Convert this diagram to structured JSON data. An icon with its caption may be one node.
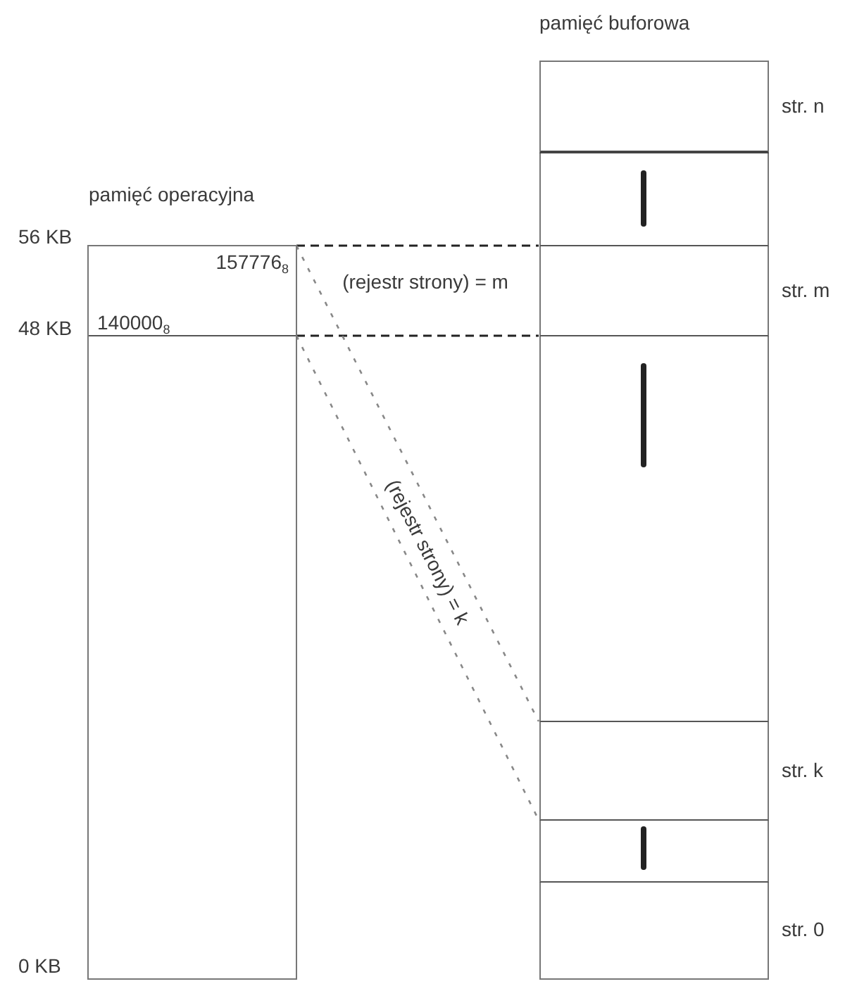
{
  "diagram": {
    "nodes": [
      {
        "text": [
          "pamięć operacyjna"
        ]
      },
      {
        "text": [
          "157776$_{8}$",
          "140000$_{8}$"
        ],
        "in": 0
      },
      {
        "text": [
          "pamięć buforowa"
        ]
      },
      {
        "text": [],
        "shape": "box",
        "in": 2,
        "beside": [
          "str. n"
        ]
      },
      {
        "text": [],
        "shape": "box",
        "in": 2
      },
      {
        "text": [],
        "shape": "box",
        "in": 2,
        "beside": [
          "str. m"
        ]
      },
      {
        "text": [],
        "shape": "box",
        "in": 2
      },
      {
        "text": [],
        "shape": "box",
        "in": 2,
        "beside": [
          "str. k"
        ]
      },
      {
        "text": [],
        "shape": "box",
        "in": 2
      },
      {
        "text": [],
        "shape": "box",
        "in": 2,
        "beside": [
          "str. 0"
        ]
      }
    ],
    "edges": [
      {
        "from": 1,
        "to": 5,
        "arrow": "none",
        "style": "dashed",
        "label": "(rejestr strony) = m"
      },
      {
        "from": 1,
        "to": 5,
        "arrow": "none",
        "style": "dashed"
      },
      {
        "from": 1,
        "to": 7,
        "arrow": "none",
        "style": "dashed",
        "color": "#888888",
        "label": "(rejestr strony) = k"
      },
      {
        "from": 1,
        "to": 7,
        "arrow": "none",
        "style": "dashed",
        "color": "#888888"
      }
    ],
    "labels": [
      "56 KB",
      "48 KB",
      "0 KB"
    ]
  }
}
